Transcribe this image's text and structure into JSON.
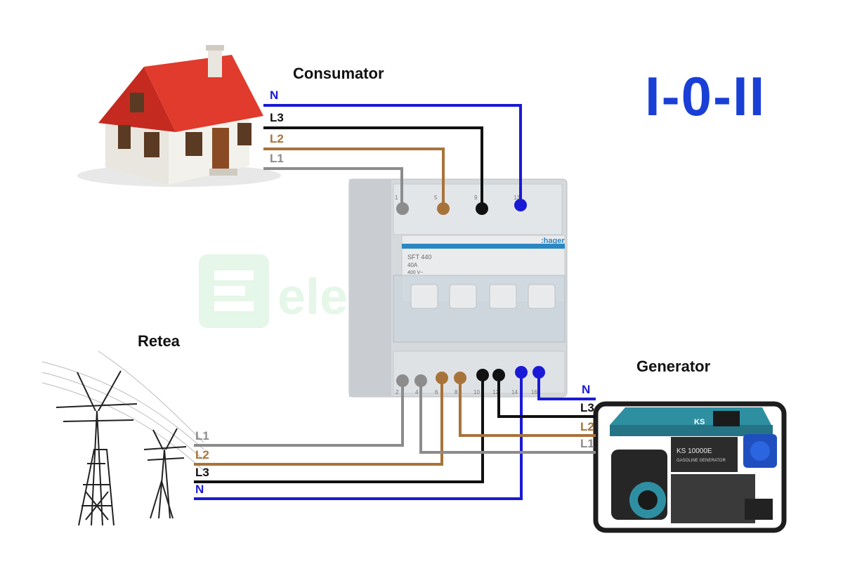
{
  "titles": {
    "consumer": "Consumator",
    "grid": "Retea",
    "generator": "Generator",
    "mode": "I-0-II"
  },
  "wires": {
    "consumer": [
      "N",
      "L3",
      "L2",
      "L1"
    ],
    "grid": [
      "L1",
      "L2",
      "L3",
      "N"
    ],
    "generator": [
      "N",
      "L3",
      "L2",
      "L1"
    ]
  },
  "switch": {
    "brand": ":hager",
    "model": "SFT 440",
    "rating": "40A",
    "voltage": "400 V~",
    "top_terminals": [
      "1",
      "5",
      "9",
      "13"
    ],
    "bottom_terminals": [
      "2",
      "4",
      "6",
      "8",
      "10",
      "12",
      "14",
      "16"
    ]
  },
  "generator_unit": {
    "brand": "KS",
    "model": "KS 10000E",
    "subtitle": "GASOLINE GENERATOR"
  },
  "watermark": "electricon",
  "colors": {
    "N": "#1a1ad6",
    "L1": "#8c8c8c",
    "L2": "#a8733a",
    "L3": "#111111",
    "mode": "#1a3fd6",
    "roof": "#d8382a",
    "generator_body": "#2e8fa1"
  }
}
